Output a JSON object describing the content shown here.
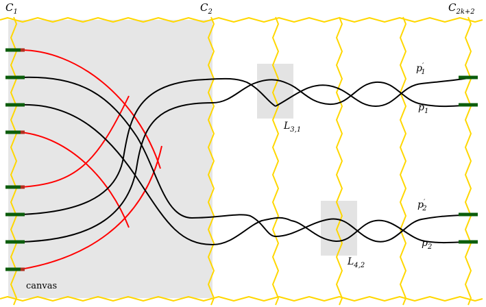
{
  "labels": {
    "c1": "C",
    "c1_sub": "1",
    "c2": "C",
    "c2_sub": "2",
    "c2k2": "C",
    "c2k2_sub": "2k+2",
    "l31": "L",
    "l31_sub": "3,1",
    "l42": "L",
    "l42_sub": "4,2",
    "p1p": "p",
    "p1p_prime": "′",
    "p1p_sub": "1",
    "p1": "p",
    "p1_sub": "1",
    "p2p": "p",
    "p2p_prime": "′",
    "p2p_sub": "2",
    "p2": "p",
    "p2_sub": "2",
    "canvas": "canvas"
  },
  "colors": {
    "zigzag": "#ffd700",
    "canvas_fill": "#e6e6e6",
    "highlight_fill": "#e3e3e3",
    "terminal_green": "#0b5d0b",
    "terminal_red": "#b03020",
    "curve_black": "#000000",
    "curve_red": "#ff0000"
  }
}
